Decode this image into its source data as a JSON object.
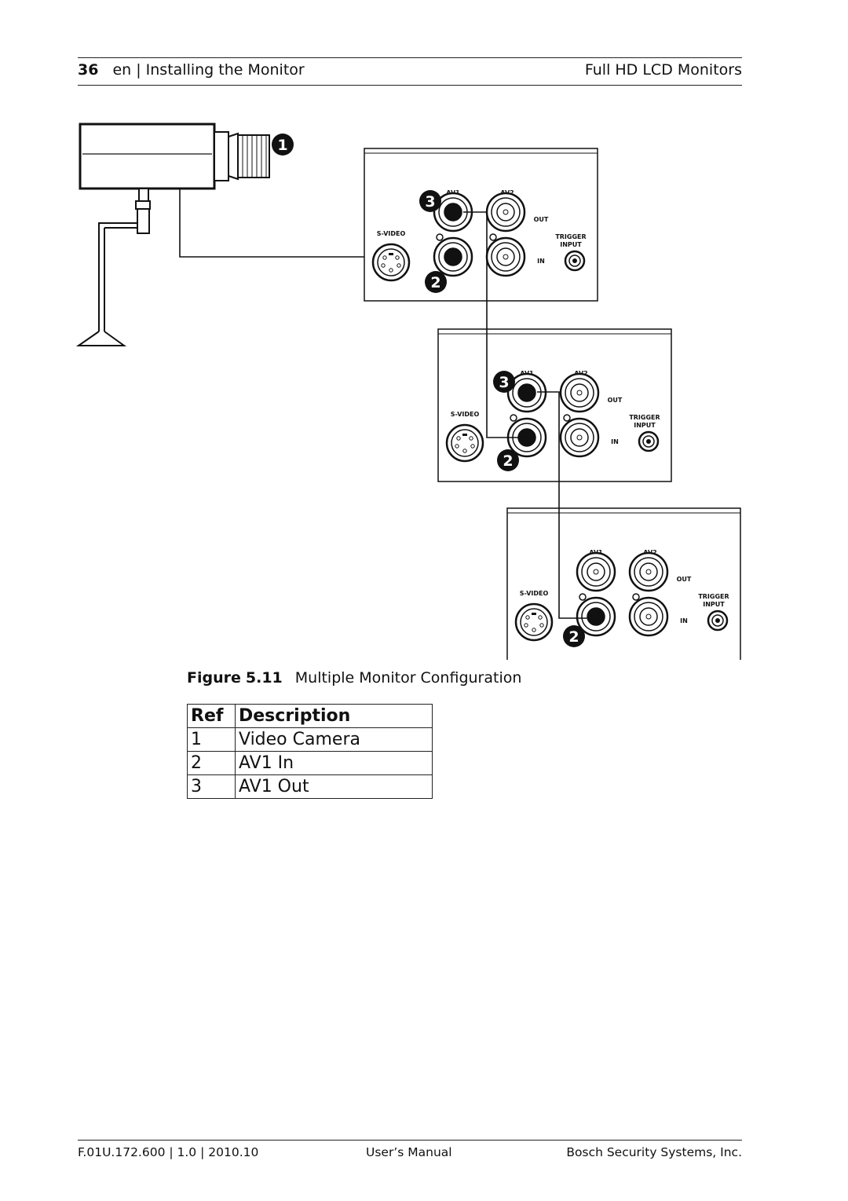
{
  "header": {
    "page_number": "36",
    "section": "en | Installing the Monitor",
    "product": "Full HD LCD Monitors"
  },
  "diagram": {
    "callouts": [
      "1",
      "2",
      "3"
    ],
    "panel_labels": {
      "av1": "AV1",
      "av2": "AV2",
      "out": "OUT",
      "in": "IN",
      "svideo": "S-VIDEO",
      "trigger": "TRIGGER",
      "input": "INPUT"
    }
  },
  "figure": {
    "label": "Figure",
    "number": "5.11",
    "title": "Multiple Monitor Configuration"
  },
  "ref_table": {
    "headers": [
      "Ref",
      "Description"
    ],
    "rows": [
      [
        "1",
        "Video Camera"
      ],
      [
        "2",
        "AV1 In"
      ],
      [
        "3",
        "AV1 Out"
      ]
    ]
  },
  "footer": {
    "doc_id": "F.01U.172.600 | 1.0 | 2010.10",
    "doc_type": "User’s Manual",
    "company": "Bosch Security Systems, Inc."
  }
}
